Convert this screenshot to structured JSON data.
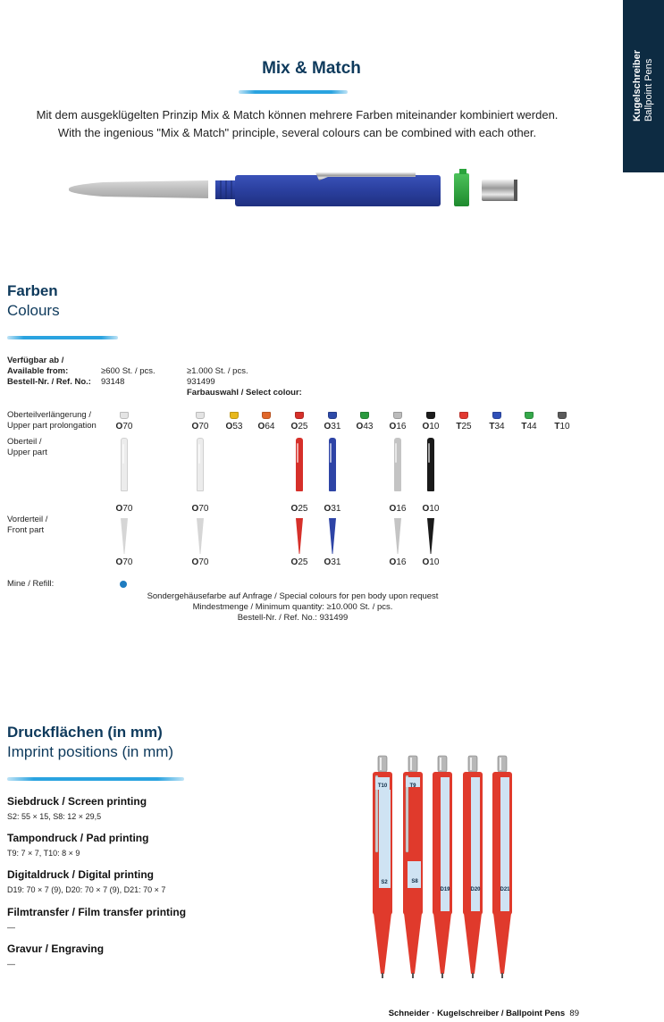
{
  "side_tab": {
    "title": "Kugelschreiber",
    "subtitle": "Ballpoint Pens"
  },
  "mixmatch": {
    "title": "Mix & Match",
    "text_de": "Mit dem ausgeklügelten Prinzip Mix & Match können mehrere Farben miteinander kombiniert werden.",
    "text_en": "With the ingenious \"Mix & Match\" principle, several colours can be combined with each other."
  },
  "colours": {
    "title_de": "Farben",
    "title_en": "Colours",
    "avail_label": "Verfügbar ab /",
    "avail_label2": "Available from:",
    "order_label": "Bestell-Nr. / Ref. No.:",
    "avail_1": "≥600 St. / pcs.",
    "order_1": "93148",
    "avail_2": "≥1.000 St. / pcs.",
    "order_2": "931499",
    "select": "Farbauswahl / Select colour:",
    "row_ext_de": "Oberteilverlängerung /",
    "row_ext_en": "Upper part prolongation",
    "row_upper_de": "Oberteil /",
    "row_upper_en": "Upper part",
    "row_front_de": "Vorderteil /",
    "row_front_en": "Front part",
    "row_refill": "Mine / Refill:",
    "caps": [
      {
        "p": "O",
        "n": "70",
        "color": "#e4e4e4"
      },
      {
        "p": "O",
        "n": "70",
        "color": "#e4e4e4"
      },
      {
        "p": "O",
        "n": "53",
        "color": "#e8b81c"
      },
      {
        "p": "O",
        "n": "64",
        "color": "#e0672a"
      },
      {
        "p": "O",
        "n": "25",
        "color": "#d6302a"
      },
      {
        "p": "O",
        "n": "31",
        "color": "#2e4aa8"
      },
      {
        "p": "O",
        "n": "43",
        "color": "#2a9a3e"
      },
      {
        "p": "O",
        "n": "16",
        "color": "#bcbcbc"
      },
      {
        "p": "O",
        "n": "10",
        "color": "#1d1d1d"
      },
      {
        "p": "T",
        "n": "25",
        "color": "#e23a32"
      },
      {
        "p": "T",
        "n": "34",
        "color": "#3050b8"
      },
      {
        "p": "T",
        "n": "44",
        "color": "#35a84a"
      },
      {
        "p": "T",
        "n": "10",
        "color": "#5a5a5a"
      }
    ],
    "parts": [
      {
        "p": "O",
        "n": "70",
        "color": "#ececec"
      },
      {
        "p": "O",
        "n": "70",
        "color": "#ececec"
      },
      {
        "p": "O",
        "n": "25",
        "color": "#d6302a"
      },
      {
        "p": "O",
        "n": "31",
        "color": "#2e44a6"
      },
      {
        "p": "O",
        "n": "16",
        "color": "#c4c4c4"
      },
      {
        "p": "O",
        "n": "10",
        "color": "#1a1a1a"
      }
    ],
    "refill_color": "#1e7cc0",
    "note_1": "Sondergehäusefarbe auf Anfrage / Special colours for pen body upon request",
    "note_2": "Mindestmenge / Minimum quantity: ≥10.000 St. / pcs.",
    "note_3": "Bestell-Nr. / Ref. No.: 931499"
  },
  "imprint": {
    "title_de": "Druckflächen (in mm)",
    "title_en": "Imprint positions (in mm)",
    "sections": [
      {
        "title": "Siebdruck / Screen printing",
        "detail": "S2: 55 × 15, S8: 12 × 29,5"
      },
      {
        "title": "Tampondruck / Pad printing",
        "detail": "T9: 7 × 7, T10: 8 × 9"
      },
      {
        "title": "Digitaldruck / Digital printing",
        "detail": "D19: 70 × 7 (9), D20: 70 × 7 (9), D21: 70 × 7"
      },
      {
        "title": "Filmtransfer / Film transfer printing",
        "detail": "—"
      },
      {
        "title": "Gravur / Engraving",
        "detail": "—"
      }
    ],
    "pens": [
      {
        "top_label": "T10",
        "label": "S2"
      },
      {
        "top_label": "T9",
        "label": "S8"
      },
      {
        "top_label": "",
        "label": "D19"
      },
      {
        "top_label": "",
        "label": "D20"
      },
      {
        "top_label": "",
        "label": "D21"
      }
    ],
    "pen_color": "#e03a2c",
    "imprint_color": "#cfe3f3"
  },
  "footer": {
    "brand": "Schneider",
    "text": " · Kugelschreiber / Ballpoint Pens",
    "page": "89"
  }
}
